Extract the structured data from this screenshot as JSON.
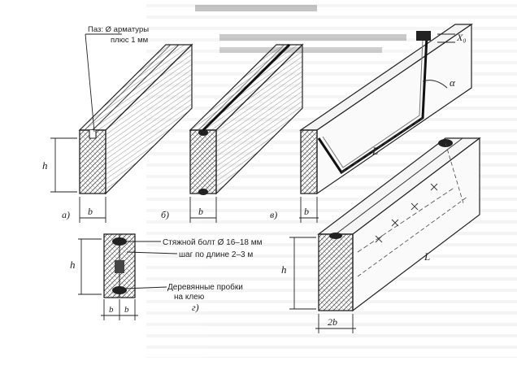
{
  "labels": {
    "groove": "Паз: Ø  арматуры",
    "groove_tol": "плюс 1 мм",
    "h": "h",
    "b": "b",
    "two_b": "2b",
    "L": "L",
    "x0": "X₀",
    "alpha": "α",
    "panel_a": "а)",
    "panel_b": "б)",
    "panel_v": "в)",
    "panel_g": "г)",
    "bolt": "Стяжной болт Ø 16–18    мм",
    "step": "шаг по длине 2–3    м",
    "plugs": "Деревянные пробки",
    "plugs_2": "на клею"
  },
  "colors": {
    "ink": "#1e1e1e",
    "hatch": "#555555",
    "bleed": "#9a9a9a"
  }
}
